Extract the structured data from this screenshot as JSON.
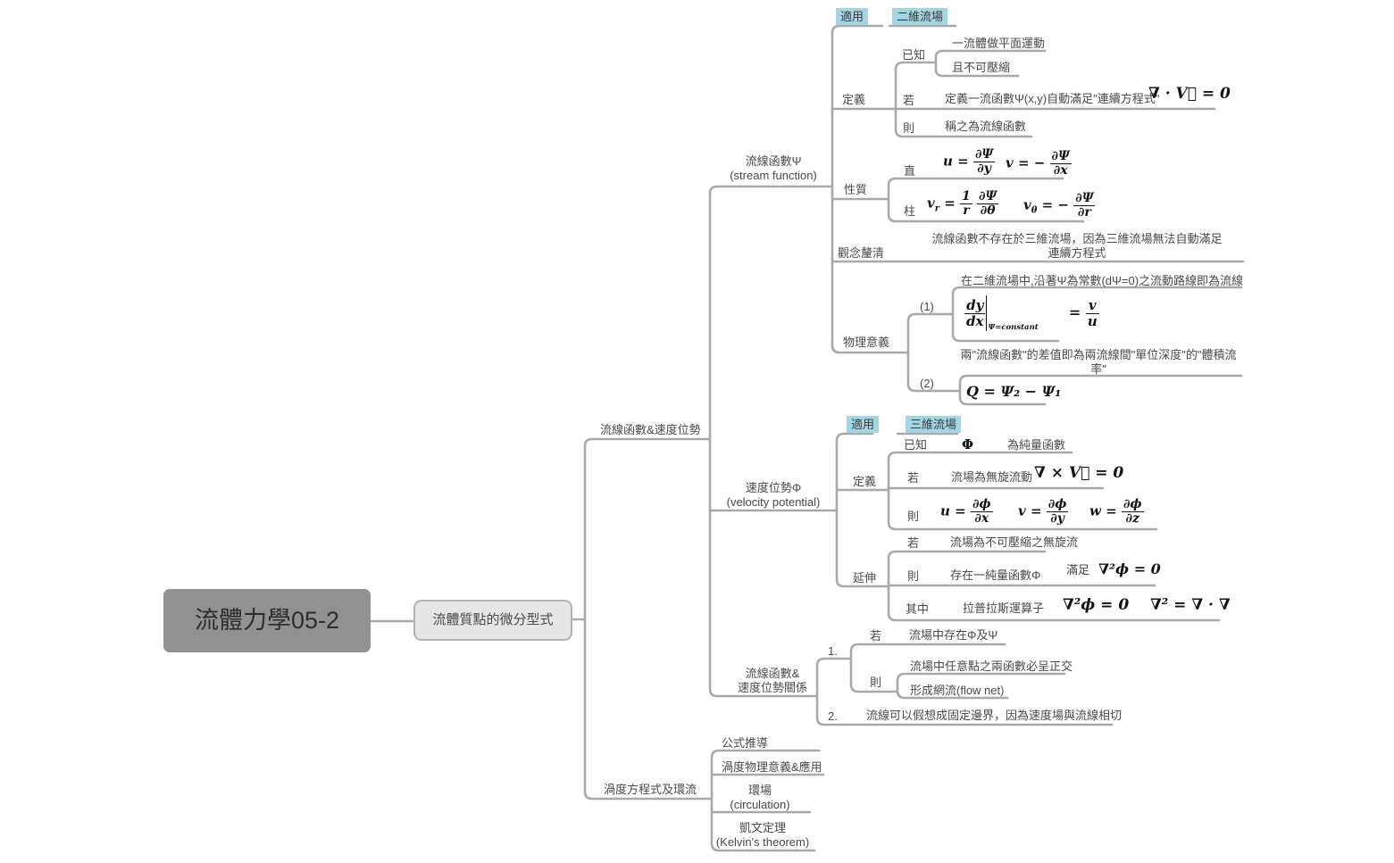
{
  "root": {
    "title": "流體力學05-2"
  },
  "level1": {
    "label": "流體質點的微分型式"
  },
  "branch_sf_vp": {
    "label": "流線函數&速度位勢"
  },
  "branch_vort": {
    "label": "渦度方程式及環流"
  },
  "stream": {
    "title_line1": "流線函數Ψ",
    "title_line2": "(stream function)",
    "tag_apply": "適用",
    "tag_field": "二維流場",
    "def_label": "定義",
    "known_label": "已知",
    "known_item1": "一流體做平面運動",
    "known_item2": "且不可壓縮",
    "if_label": "若",
    "if_text": "定義一流函數Ψ(x,y)自動滿足\"連續方程式\"",
    "then_label": "則",
    "then_text": "稱之為流線函數",
    "prop_label": "性質",
    "cart_label": "直",
    "cyl_label": "柱",
    "concept_label": "觀念釐清",
    "concept_line1": "流線函數不存在於三維流場，因為三維流場無法自動滿足",
    "concept_line2": "連續方程式",
    "phys_label": "物理意義",
    "item1_label": "(1)",
    "item1_text": "在二維流場中,沿著Ψ為常數(dΨ=0)之流動路線即為流線",
    "item2_label": "(2)",
    "item2_line1": "兩\"流線函數\"的差值即為兩流線間\"單位深度\"的\"體積流",
    "item2_line2": "率\""
  },
  "velocity": {
    "title_line1": "速度位勢Φ",
    "title_line2": "(velocity potential)",
    "tag_apply": "適用",
    "tag_field": "三維流場",
    "def_label": "定義",
    "known_label": "已知",
    "phi": "Φ",
    "phi_text": "為純量函數",
    "if_label": "若",
    "if_text": "流場為無旋流動",
    "then_label": "則",
    "ext_label": "延伸",
    "ext_if_label": "若",
    "ext_if_text": "流場為不可壓縮之無旋流",
    "ext_then_label": "則",
    "ext_then_text": "存在一純量函數Φ",
    "satisfy": "滿足",
    "which_label": "其中",
    "laplace_text": "拉普拉斯運算子"
  },
  "relation": {
    "title_line1": "流線函數&",
    "title_line2": "速度位勢關係",
    "n1": "1.",
    "if_label": "若",
    "if_text": "流場中存在Φ及Ψ",
    "then_label": "則",
    "then_item1": "流場中任意點之兩函數必呈正交",
    "then_item2": "形成網流(flow net)",
    "n2": "2.",
    "n2_text": "流線可以假想成固定邊界，因為速度場與流線相切"
  },
  "vort": {
    "item1": "公式推導",
    "item2": "渦度物理意義&應用",
    "circ_line1": "環場",
    "circ_line2": "(circulation)",
    "kelvin_line1": "凱文定理",
    "kelvin_line2": "(Kelvin's theorem)"
  },
  "formulas": {
    "continuity": "∇ · V⃗ = 0",
    "u_psi": {
      "lhs": "u =",
      "num": "∂Ψ",
      "den": "∂y"
    },
    "v_psi": {
      "lhs": "v = −",
      "num": "∂Ψ",
      "den": "∂x"
    },
    "vr": {
      "base": "v",
      "sub": "r",
      "eq": "=",
      "num1": "1",
      "den1": "r",
      "num2": "∂Ψ",
      "den2": "∂θ"
    },
    "vtheta": {
      "base": "v",
      "sub": "θ",
      "eq": "= −",
      "num": "∂Ψ",
      "den": "∂r"
    },
    "slope": {
      "num": "dy",
      "den": "dx",
      "cond": "Ψ=constant",
      "eq": "=",
      "num2": "v",
      "den2": "u"
    },
    "flowrate": "Q = Ψ₂ − Ψ₁",
    "irrotational": "∇ × V⃗ = 0",
    "u_phi": {
      "lhs": "u =",
      "num": "∂ϕ",
      "den": "∂x"
    },
    "v_phi": {
      "lhs": "v =",
      "num": "∂ϕ",
      "den": "∂y"
    },
    "w_phi": {
      "lhs": "w =",
      "num": "∂ϕ",
      "den": "∂z"
    },
    "laplace_eq1": "∇²ϕ = 0",
    "laplace_eq2": "∇²ϕ = 0",
    "laplace_def": "∇² = ∇ · ∇"
  }
}
